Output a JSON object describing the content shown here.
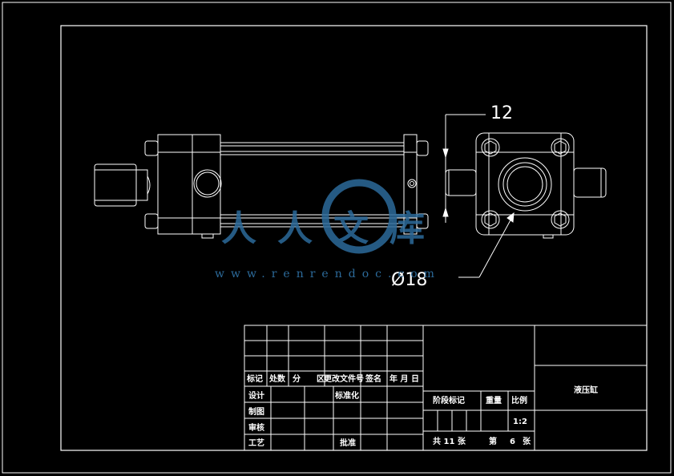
{
  "dimensions": {
    "width_label": "12",
    "diameter_label": "Ø18"
  },
  "watermark": {
    "logo_text": "人人文库",
    "url": "www.renrendoc.com"
  },
  "title_block": {
    "part_name": "液压缸",
    "header": {
      "mark": "标记",
      "count": "处数",
      "zone_a": "分",
      "zone_b": "区",
      "doc_no": "更改文件号",
      "sign": "签名",
      "date": "年 月 日"
    },
    "design": "设计",
    "standardization": "标准化",
    "drawing": "制图",
    "review": "审核",
    "process": "工艺",
    "approval": "批准",
    "stage_mark": "阶段标记",
    "weight": "重量",
    "scale_label": "比例",
    "scale_value": "1:2",
    "sheets_total": "共 11 张",
    "sheet_prefix": "第",
    "sheet_number": "6",
    "sheet_suffix": "张"
  },
  "colors": {
    "background": "#000000",
    "line": "#ffffff",
    "watermark": "#2c6a9a"
  }
}
